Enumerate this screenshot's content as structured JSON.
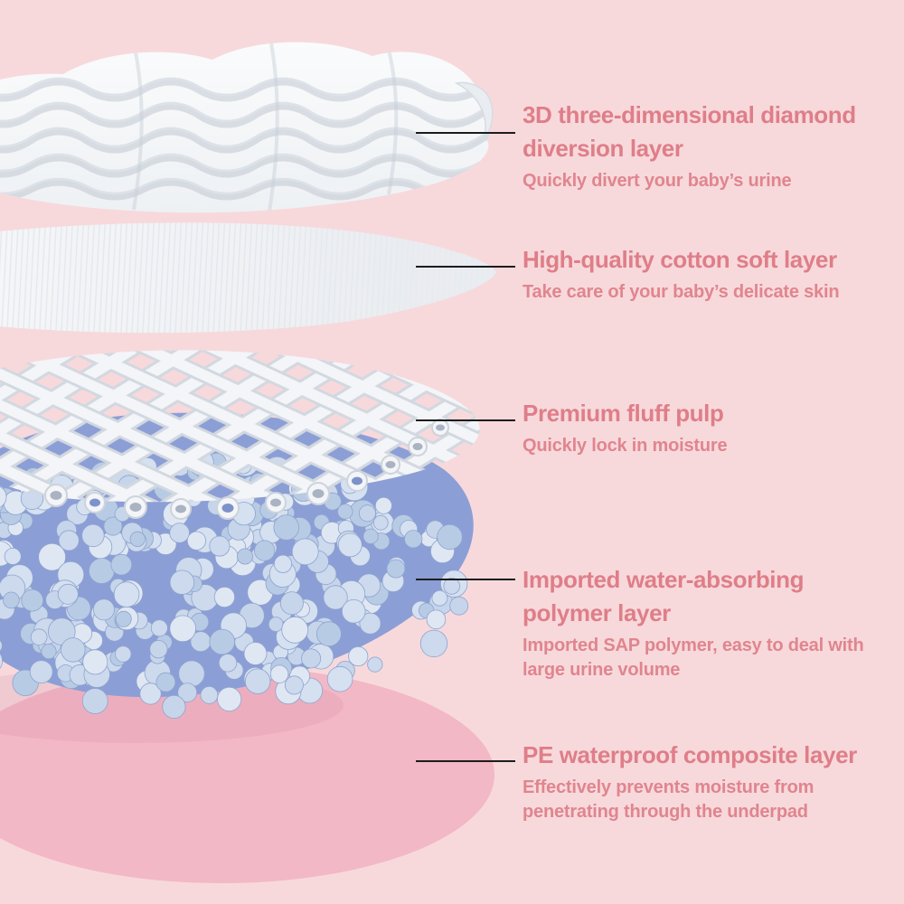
{
  "labels": [
    {
      "id": "diamond-diversion",
      "title_lines": [
        "3D three-dimensional diamond",
        "diversion layer"
      ],
      "subtitle_lines": [
        "Quickly divert your baby’s urine"
      ]
    },
    {
      "id": "cotton-soft",
      "title_lines": [
        "High-quality cotton soft layer"
      ],
      "subtitle_lines": [
        "Take care of your baby’s delicate skin"
      ]
    },
    {
      "id": "fluff-pulp",
      "title_lines": [
        "Premium fluff pulp"
      ],
      "subtitle_lines": [
        "Quickly lock in moisture"
      ]
    },
    {
      "id": "sap-polymer",
      "title_lines": [
        "Imported water-absorbing",
        "polymer layer"
      ],
      "subtitle_lines": [
        "Imported SAP polymer, easy to deal with",
        "large urine volume"
      ]
    },
    {
      "id": "pe-waterproof",
      "title_lines": [
        "PE waterproof composite layer"
      ],
      "subtitle_lines": [
        "Effectively prevents moisture from",
        "penetrating through the underpad"
      ]
    }
  ],
  "colors": {
    "background": "#f7d9dc",
    "title_text": "#df7e88",
    "subtitle_text": "#e0858e",
    "leader_line": "#1c1c1c",
    "pe_layer_pink": "#f3b8c5",
    "sap_base_blue": "#8c9ed6",
    "bead_outline": "#8ea4cf",
    "bead_palette": [
      "#d5e0f0",
      "#c6d5ea",
      "#b8cbe5",
      "#dfe7f3",
      "#cdd9ec"
    ],
    "mesh_white": "#f3f5f8",
    "mesh_shade": "#d2d8e0",
    "layer_white": "#f5f7f9"
  }
}
